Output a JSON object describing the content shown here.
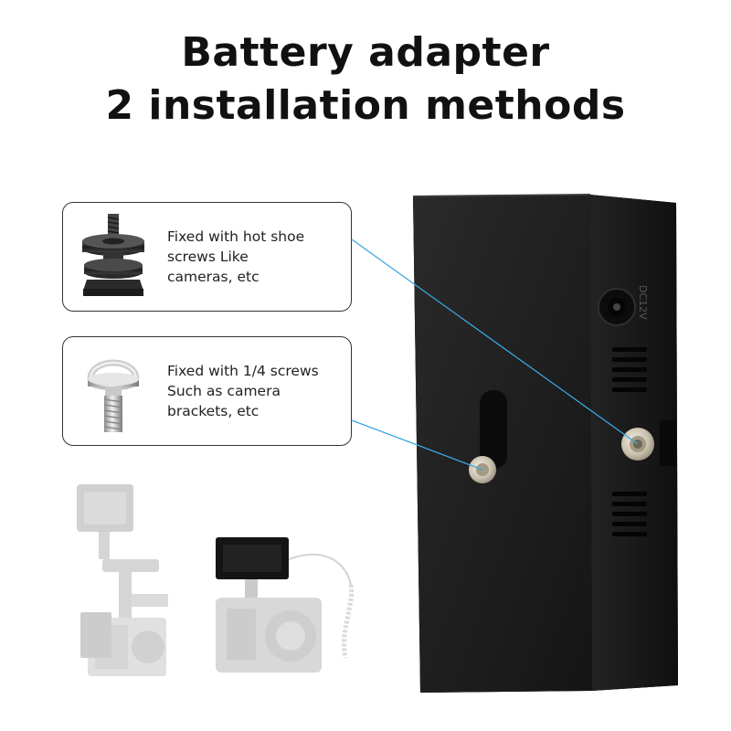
{
  "header": {
    "line1": "Battery adapter",
    "line2": "2 installation methods"
  },
  "callouts": [
    {
      "icon": "hot-shoe-screw-icon",
      "lines": [
        "Fixed with hot shoe",
        "screws Like",
        "cameras, etc"
      ]
    },
    {
      "icon": "quarter-inch-screw-icon",
      "lines": [
        "Fixed with 1/4 screws",
        "Such as camera",
        "brackets, etc"
      ]
    }
  ],
  "device": {
    "port_label": "DC12V",
    "color": "#1b1b1b"
  },
  "colors": {
    "leader_line": "#3aa7e0",
    "text": "#111111"
  }
}
